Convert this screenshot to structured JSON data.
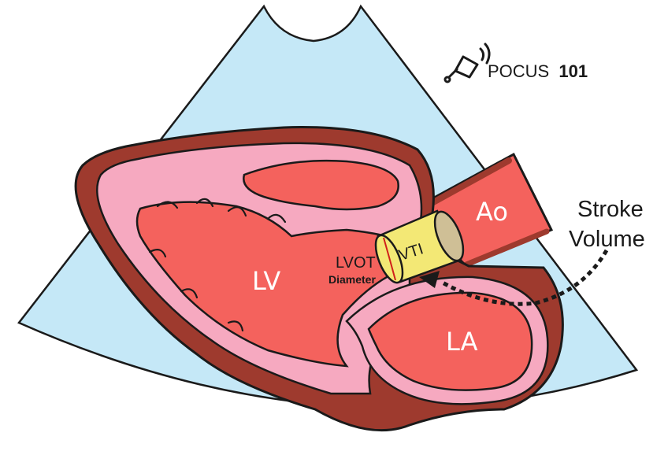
{
  "brand": {
    "name": "POCUS",
    "number": "101"
  },
  "labels": {
    "lv": "LV",
    "la": "LA",
    "ao": "Ao",
    "lvot": "LVOT",
    "diameter": "Diameter",
    "vti": "VTI",
    "stroke": "Stroke",
    "volume": "Volume"
  },
  "colors": {
    "sector": "#c5e8f7",
    "outline": "#1a1a1a",
    "wall": "#9e3a2e",
    "endocardium": "#f6a9c0",
    "chamber": "#f4625d",
    "cylinder": "#f3e875",
    "cylinder_end": "#cfbf96"
  },
  "icons": {
    "probe": "ultrasound-probe-icon",
    "arrow": "dashed-curved-arrow-icon"
  }
}
